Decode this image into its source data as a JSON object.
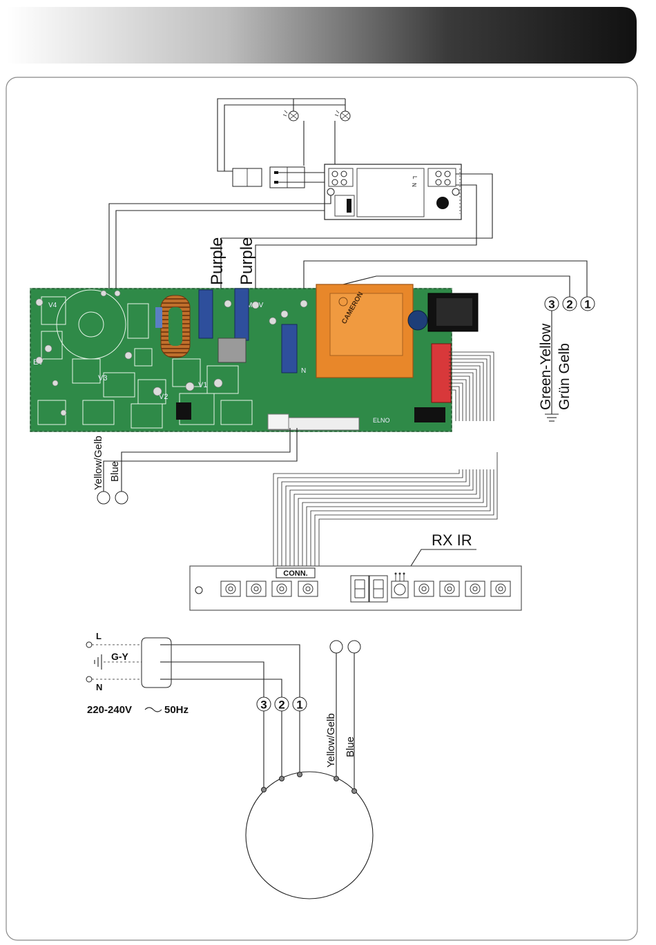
{
  "labels": {
    "purple_1": "Purple",
    "purple_2": "Purple",
    "green_yellow": "Green-Yellow",
    "grun_gelb": "Grün Gelb",
    "yellow_gelb_top": "Yellow/Gelb",
    "blue_top": "Blue",
    "rx_ir": "RX IR",
    "conn": "CONN.",
    "mains_l": "L",
    "mains_gy": "G-Y",
    "mains_n": "N",
    "voltage": "220-240V",
    "frequency": "50Hz",
    "yellow_gelb_bottom": "Yellow/Gelb",
    "blue_bottom": "Blue",
    "transformer_brand": "CAMERON",
    "elno": "ELNO",
    "relay_l": "L",
    "relay_n": "N",
    "ev": "EV",
    "v1": "V1",
    "v2": "V2",
    "v3": "V3",
    "v4": "V4",
    "m": "M",
    "pcb_n": "N"
  },
  "terminals_top": [
    "3",
    "2",
    "1"
  ],
  "terminals_bottom": [
    "3",
    "2",
    "1"
  ],
  "colors": {
    "header_dark": "#1a1a1a",
    "pcb_green": "#2f8a48",
    "transformer_orange": "#e8872a",
    "capacitor_blue": "#2e4f9c",
    "coil_copper": "#c0702c"
  }
}
